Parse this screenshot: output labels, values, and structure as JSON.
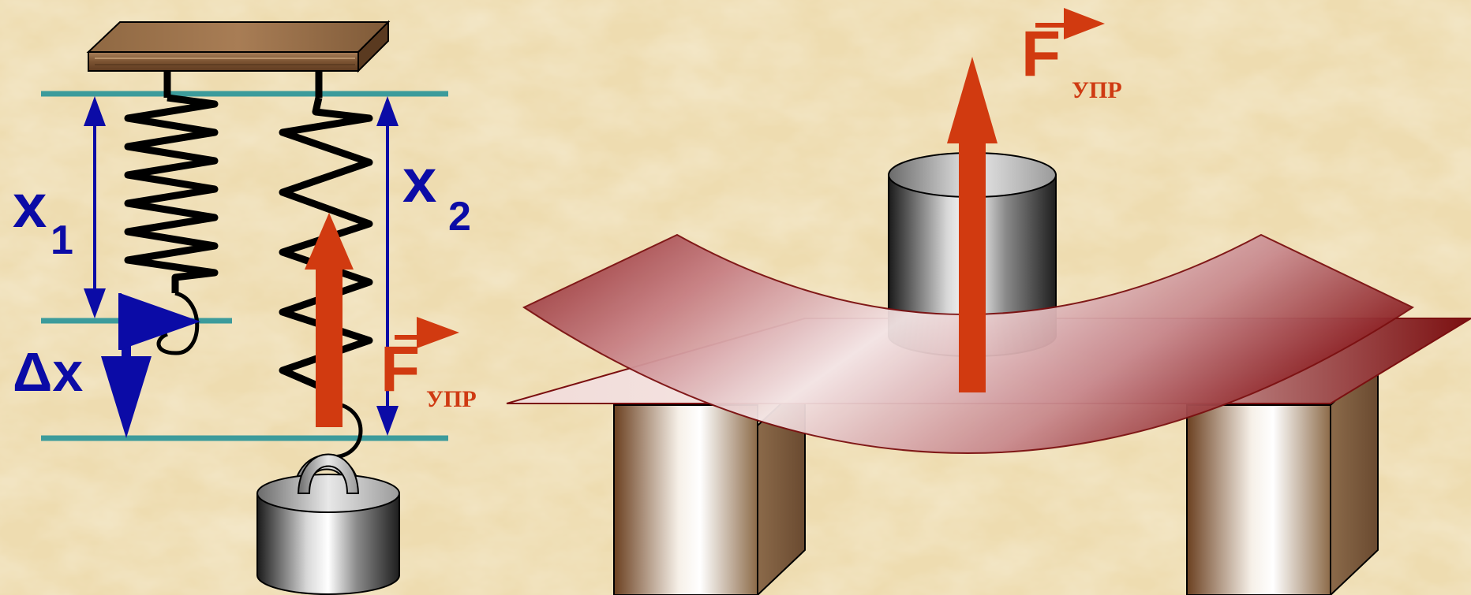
{
  "labels": {
    "x1_letter": "x",
    "x1_sub": "1",
    "x2_letter": "x",
    "x2_sub": "2",
    "delta_x": "Δx",
    "force_left_letter": "F",
    "force_left_sub": "УПР",
    "force_right_letter": "F",
    "force_right_sub": "УПР"
  },
  "colors": {
    "background": "#eedcb0",
    "measure_blue": "#0b0ba6",
    "force_red": "#d13a10",
    "guide_teal": "#3c9b9b"
  }
}
